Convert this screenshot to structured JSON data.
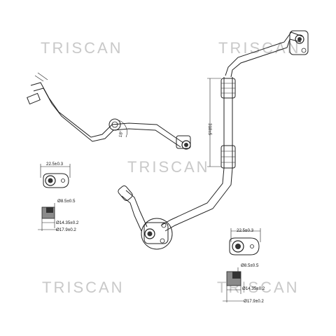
{
  "watermarks": [
    "TRISCAN",
    "TRISCAN",
    "TRISCAN",
    "TRISCAN"
  ],
  "left_pipe": {
    "angle_label": "18°"
  },
  "main_pipe": {
    "length_label": "318±5"
  },
  "fitting_a": {
    "width_label": "22.5±0.3",
    "hole_label": "Ø8.5±0.5",
    "inner_label": "Ø14.35±0.2",
    "outer_label": "Ø17.9±0.2"
  },
  "fitting_b": {
    "width_label": "22.5±0.3",
    "hole_label": "Ø8.5±0.5",
    "inner_label": "Ø14.35±0.2",
    "outer_label": "Ø17.9±0.2"
  },
  "colors": {
    "line": "#222222",
    "watermark": "#c9c9c9",
    "fill_dark": "#333333",
    "fill_grey": "#8a8a8a"
  }
}
